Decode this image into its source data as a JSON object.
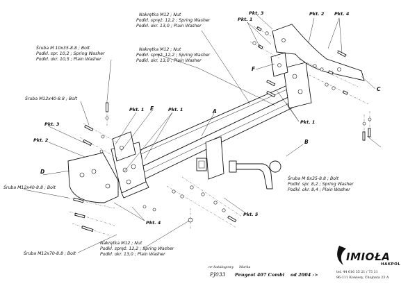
{
  "labels": {
    "nut_top_1": "Nakrętka  M12 ; Nut",
    "nut_top_2": "Podkł. spręż. 12,2 ; Spring Washer",
    "nut_top_3": "Podkł. okr. 13,0 ; Plain Washer",
    "nut_mid_1": "Nakrętka  M12 ; Nut",
    "nut_mid_2": "Podkł. spręż. 12,2 ; Spring Washer",
    "nut_mid_3": "Podkł. okr. 13,0 ; Plain Washer",
    "bolt10_1": "Śruba M 10x35-8.8 ; Bolt",
    "bolt10_2": "Podkł. spr. 10,2 ; Spring Washer",
    "bolt10_3": "Podkł. okr. 10,5 ; Plain Washer",
    "bolt12_40a": "Śruba M12x40-8.8 ; Bolt",
    "bolt12_40b": "Śruba M12x40-8.8 ; Bolt",
    "bolt8_1": "Śruba M 8x35-8.8 ; Bolt",
    "bolt8_2": "Podkł. spr. 8,2 ; Spring Washer",
    "bolt8_3": "Podkł. okr. 8,4 ; Plain Washer",
    "bolt12_70": "Śruba M12x70-8.8 ; Bolt",
    "nut_bot_1": "Nakrętka  M12 ; Nut",
    "nut_bot_2": "Podkł. spręż. 12,2 ; Spring Washer",
    "nut_bot_3": "Podkł. okr. 13,0 ; Plain Washer"
  },
  "points": {
    "pkt1_top": "Pkt. 1",
    "pkt3_top": "Pkt. 3",
    "pkt2_top": "Pkt. 2",
    "pkt4_top": "Pkt. 4",
    "pkt1_mid_a": "Pkt. 1",
    "pkt1_mid_b": "Pkt. 1",
    "pkt1_right": "Pkt. 1",
    "pkt3_left": "Pkt. 3",
    "pkt2_left": "Pkt. 2",
    "pkt5": "Pkt. 5",
    "pkt4_bot": "Pkt. 4"
  },
  "letters": {
    "A": "A",
    "B": "B",
    "C": "C",
    "D": "D",
    "E": "E",
    "F": "F"
  },
  "footer": {
    "nr_label": "nr katalogowy",
    "code": "PJ033",
    "marka_label": "Marka",
    "model": "Peugeot 407 Combi",
    "years": "od 2004 ->",
    "tel": "tel. 44 616 35 21 / 75 31",
    "address": "96-111 Kowiesy, Chojnata 23 A",
    "brand": "IMIOŁA",
    "brand_sub": "HAKPOL"
  }
}
